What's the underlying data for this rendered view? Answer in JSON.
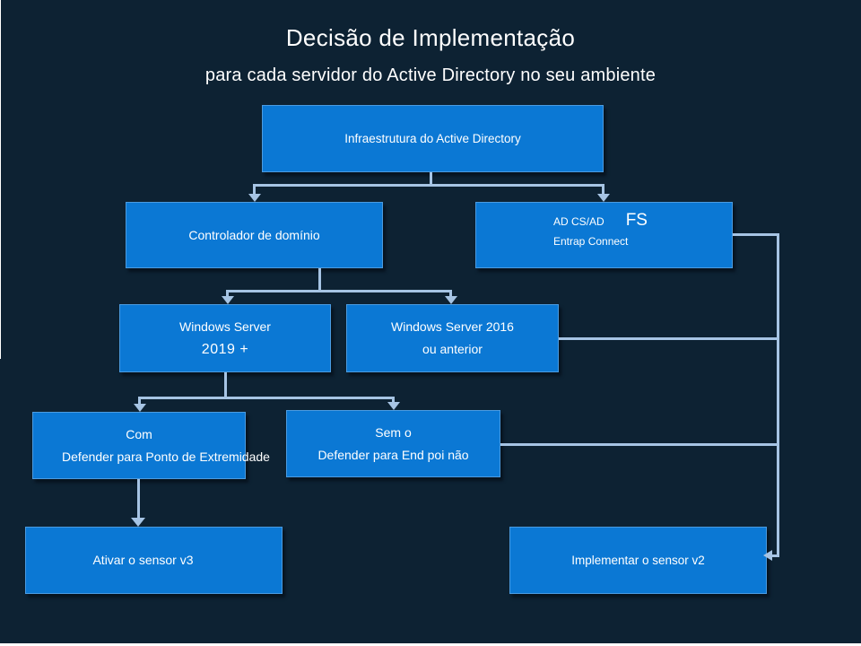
{
  "slide": {
    "title": "Decisão de Implementação",
    "subtitle": "para cada servidor do Active Directory no seu ambiente"
  },
  "colors": {
    "background": "#0d2233",
    "node_fill": "#0b78d4",
    "node_text": "#ffffff",
    "connector": "#a6c4e4"
  },
  "nodes": {
    "root": {
      "label": "Infraestrutura do Active Directory"
    },
    "domain_controller": {
      "label": "Controlador de domínio"
    },
    "adcs_adfs": {
      "line1_small": "AD CS/AD",
      "line1_large": "FS",
      "line2": "Entrap Connect"
    },
    "ws2019": {
      "line1": "Windows Server",
      "line2": "2019 +"
    },
    "ws2016": {
      "line1": "Windows Server 2016",
      "line2": "ou anterior"
    },
    "with_defender": {
      "line1": "Com",
      "line2": "Defender para Ponto de Extremidade"
    },
    "without_defender": {
      "line1": "Sem o",
      "line2": "Defender para End poi não"
    },
    "activate_v3": {
      "label": "Ativar o sensor v3"
    },
    "deploy_v2": {
      "label": "Implementar o sensor v2"
    }
  },
  "edges": [
    {
      "from": "root",
      "to": "domain_controller"
    },
    {
      "from": "root",
      "to": "adcs_adfs"
    },
    {
      "from": "domain_controller",
      "to": "ws2019"
    },
    {
      "from": "domain_controller",
      "to": "ws2016"
    },
    {
      "from": "ws2019",
      "to": "with_defender"
    },
    {
      "from": "ws2019",
      "to": "without_defender"
    },
    {
      "from": "with_defender",
      "to": "activate_v3"
    },
    {
      "from": "adcs_adfs",
      "to": "deploy_v2"
    },
    {
      "from": "ws2016",
      "to": "deploy_v2"
    },
    {
      "from": "without_defender",
      "to": "deploy_v2"
    }
  ]
}
